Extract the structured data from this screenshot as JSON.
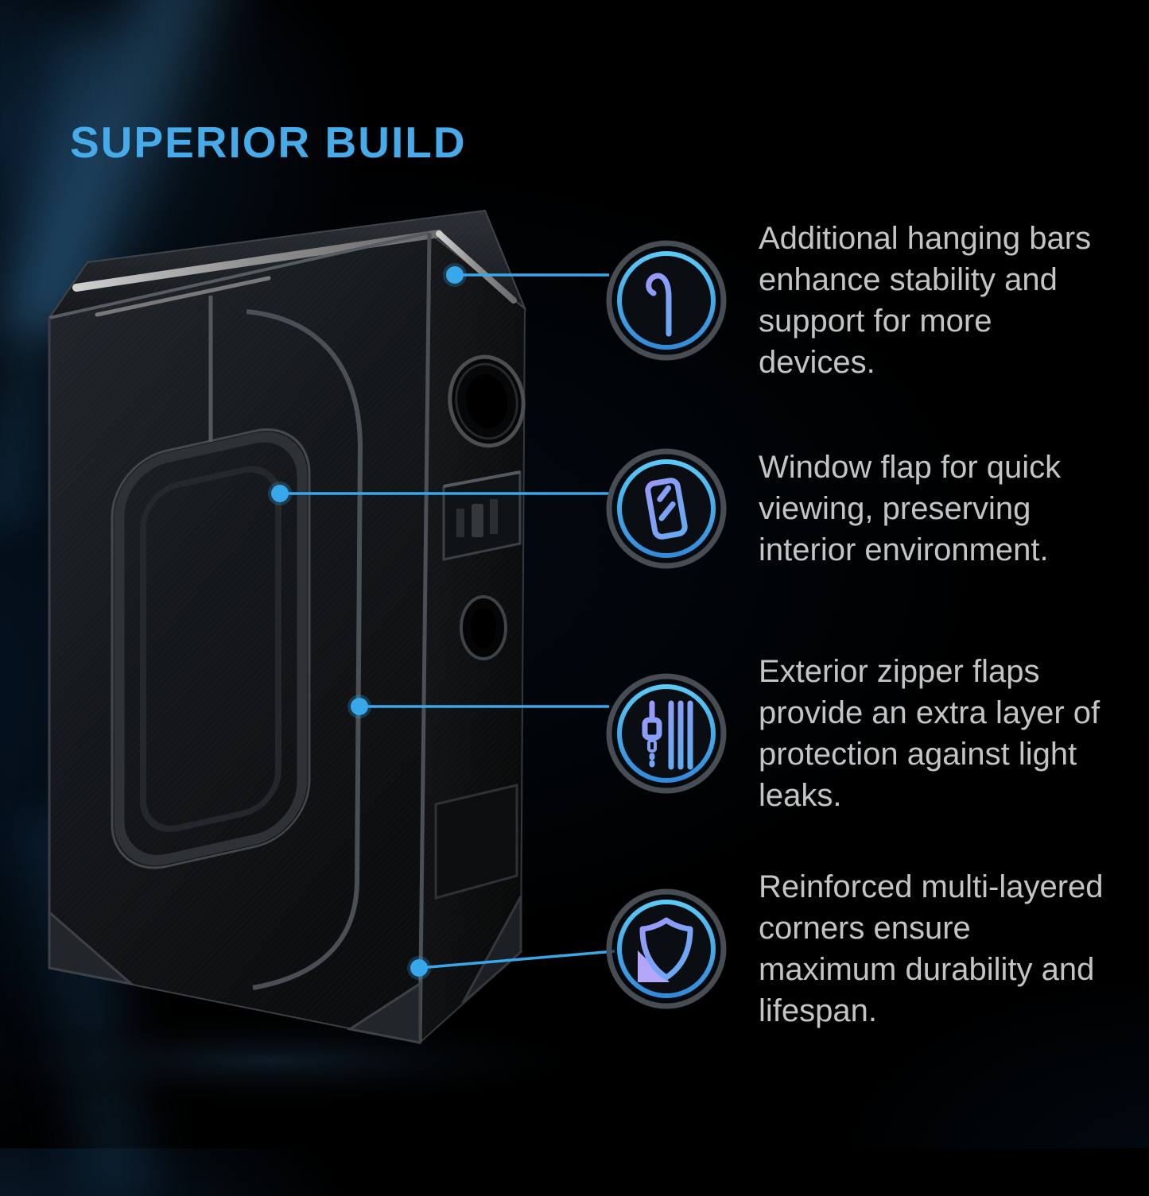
{
  "page": {
    "title": "SUPERIOR BUILD",
    "colors": {
      "accent_blue": "#41a9e8",
      "body_text": "#c3c4c6",
      "background": "#000000",
      "icon_purple": "#a695fa",
      "icon_blue": "#57aef2",
      "callout_line": "#38a8ea"
    }
  },
  "illustration": {
    "subject": "grow-tent-product-render"
  },
  "features": [
    {
      "icon": "hook-icon",
      "text": "Additional hanging bars enhance stability and support for more devices."
    },
    {
      "icon": "window-icon",
      "text": "Window flap for quick viewing, preserving interior environment."
    },
    {
      "icon": "zipper-icon",
      "text": "Exterior zipper flaps provide an extra layer of protection against light leaks."
    },
    {
      "icon": "shield-icon",
      "text": "Reinforced multi-layered corners ensure maximum durability and lifespan."
    }
  ]
}
